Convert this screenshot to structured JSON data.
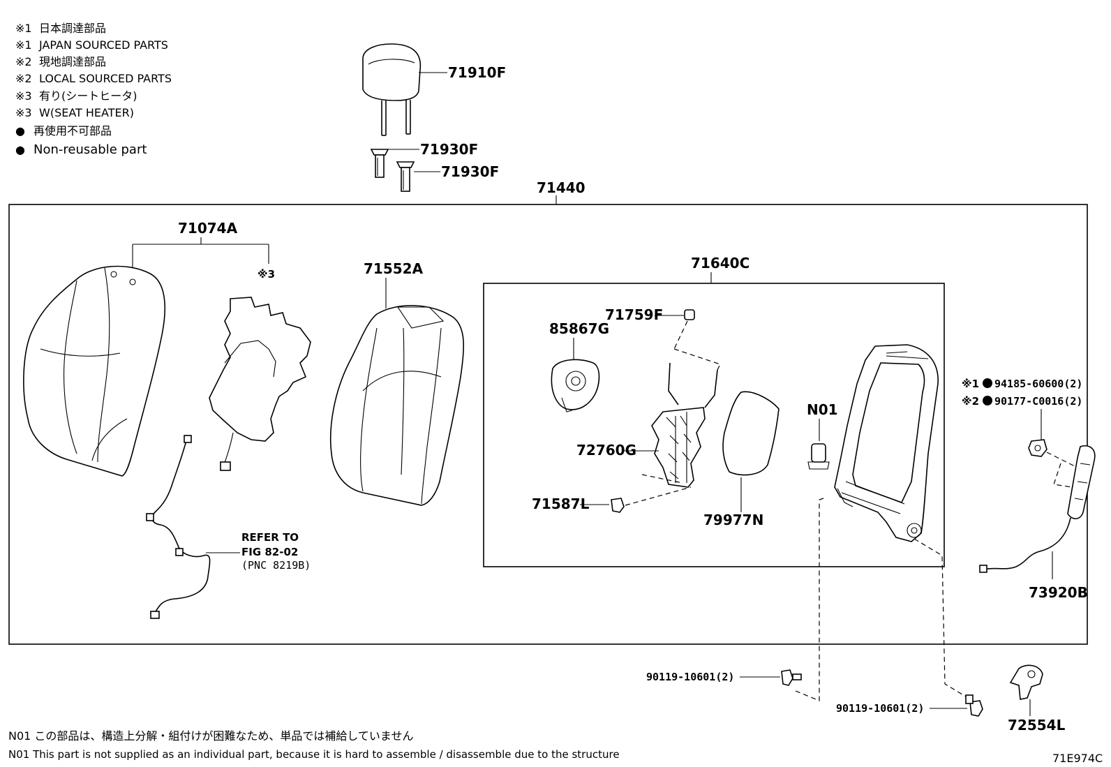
{
  "legend": [
    {
      "mark": "※1",
      "text": "日本調達部品"
    },
    {
      "mark": "※1",
      "text": "JAPAN SOURCED PARTS"
    },
    {
      "mark": "※2",
      "text": "現地調達部品"
    },
    {
      "mark": "※2",
      "text": "LOCAL SOURCED PARTS"
    },
    {
      "mark": "※3",
      "text": "有り(シートヒータ)"
    },
    {
      "mark": "※3",
      "text": "W(SEAT HEATER)"
    },
    {
      "mark": "●",
      "text": "再使用不可部品"
    },
    {
      "mark": "●",
      "text": "Non-reusable part"
    }
  ],
  "parts": {
    "p71910F": "71910F",
    "p71930F_a": "71930F",
    "p71930F_b": "71930F",
    "p71440": "71440",
    "p71074A": "71074A",
    "heater_mark": "※3",
    "p71552A": "71552A",
    "p71640C": "71640C",
    "p71759F": "71759F",
    "p85867G": "85867G",
    "p72760G": "72760G",
    "p71587L": "71587L",
    "p79977N": "79977N",
    "pN01": "N01",
    "p94185_mark": "※1",
    "p94185": "94185-60600(2)",
    "p90177_mark": "※2",
    "p90177": "90177-C0016(2)",
    "p73920B": "73920B",
    "p90119_a": "90119-10601(2)",
    "p90119_b": "90119-10601(2)",
    "p72554L": "72554L"
  },
  "refer": {
    "line1": "REFER TO",
    "line2": "FIG 82-02",
    "line3": "(PNC 8219B)"
  },
  "notes": {
    "n01_jp": "N01 この部品は、構造上分解・組付けが困難なため、単品では補給していません",
    "n01_en": "N01 This part is not supplied as an individual part, because it is hard to assemble / disassemble due to the structure"
  },
  "figure_id": "71E974C"
}
